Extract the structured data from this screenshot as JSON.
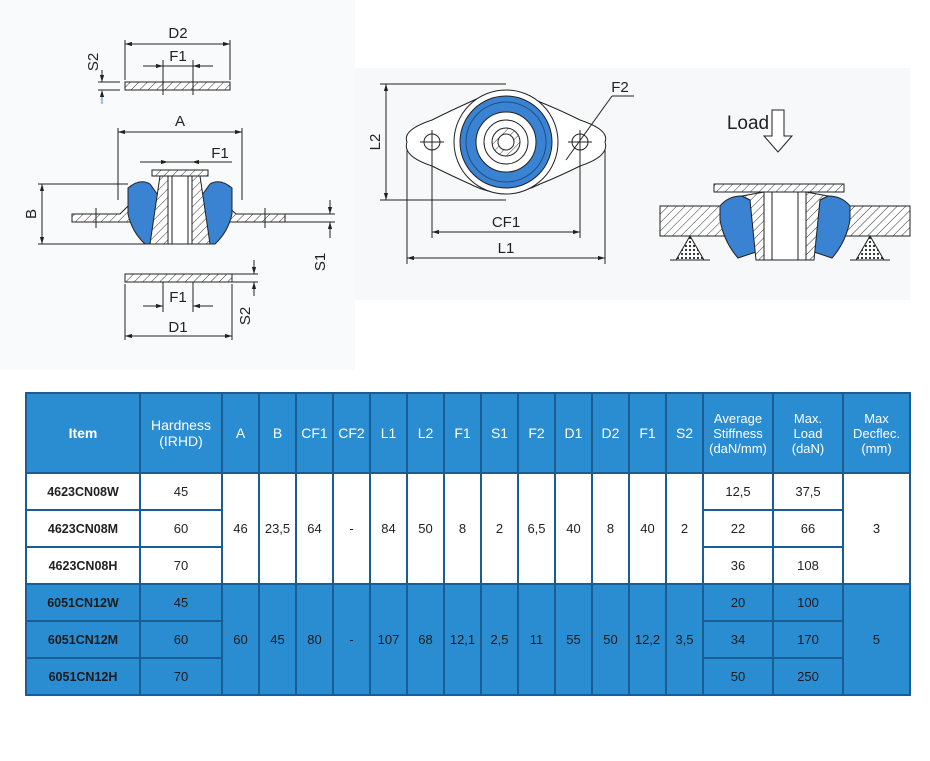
{
  "colors": {
    "rubber": "#3a82d2",
    "header": "#2a8dd2",
    "border": "#1a5c94"
  },
  "drawings": {
    "side_view": {
      "dims": {
        "d2": "D2",
        "f1_top": "F1",
        "s2_top": "S2",
        "a": "A",
        "f1_mid": "F1",
        "b": "B",
        "s1": "S1",
        "f1_bottom": "F1",
        "d1": "D1",
        "s2_bottom": "S2"
      }
    },
    "top_view": {
      "dims": {
        "l2": "L2",
        "f2": "F2",
        "cf1": "CF1",
        "l1": "L1"
      }
    },
    "load_view": {
      "load_label": "Load"
    }
  },
  "table": {
    "headers": [
      "Item",
      "Hardness (IRHD)",
      "A",
      "B",
      "CF1",
      "CF2",
      "L1",
      "L2",
      "F1",
      "S1",
      "F2",
      "D1",
      "D2",
      "F1",
      "S2",
      "Average Stiffness (daN/mm)",
      "Max. Load (daN)",
      "Max Decflec. (mm)"
    ],
    "header_lines": [
      [
        "Item"
      ],
      [
        "Hardness",
        "(IRHD)"
      ],
      [
        "A"
      ],
      [
        "B"
      ],
      [
        "CF1"
      ],
      [
        "CF2"
      ],
      [
        "L1"
      ],
      [
        "L2"
      ],
      [
        "F1"
      ],
      [
        "S1"
      ],
      [
        "F2"
      ],
      [
        "D1"
      ],
      [
        "D2"
      ],
      [
        "F1"
      ],
      [
        "S2"
      ],
      [
        "Average",
        "Stiffness",
        "(daN/mm)"
      ],
      [
        "Max.",
        "Load",
        "(daN)"
      ],
      [
        "Max",
        "Decflec.",
        "(mm)"
      ]
    ],
    "groups": [
      {
        "shared": {
          "A": "46",
          "B": "23,5",
          "CF1": "64",
          "CF2": "-",
          "L1": "84",
          "L2": "50",
          "F1": "8",
          "S1": "2",
          "F2": "6,5",
          "D1": "40",
          "D2": "8",
          "F1b": "40",
          "S2": "2",
          "max_deflection": "3"
        },
        "rows": [
          {
            "item": "4623CN08W",
            "hardness": "45",
            "stiffness": "12,5",
            "max_load": "37,5"
          },
          {
            "item": "4623CN08M",
            "hardness": "60",
            "stiffness": "22",
            "max_load": "66"
          },
          {
            "item": "4623CN08H",
            "hardness": "70",
            "stiffness": "36",
            "max_load": "108"
          }
        ]
      },
      {
        "shared": {
          "A": "60",
          "B": "45",
          "CF1": "80",
          "CF2": "-",
          "L1": "107",
          "L2": "68",
          "F1": "12,1",
          "S1": "2,5",
          "F2": "11",
          "D1": "55",
          "D2": "50",
          "F1b": "12,2",
          "S2": "3,5",
          "max_deflection": "5"
        },
        "rows": [
          {
            "item": "6051CN12W",
            "hardness": "45",
            "stiffness": "20",
            "max_load": "100"
          },
          {
            "item": "6051CN12M",
            "hardness": "60",
            "stiffness": "34",
            "max_load": "170"
          },
          {
            "item": "6051CN12H",
            "hardness": "70",
            "stiffness": "50",
            "max_load": "250"
          }
        ]
      }
    ]
  }
}
